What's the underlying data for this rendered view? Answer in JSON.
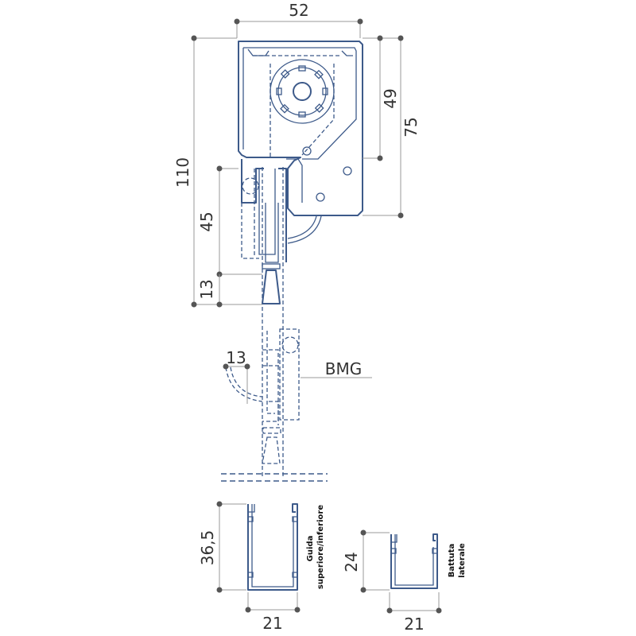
{
  "colors": {
    "profile": "#3d5a8a",
    "dimension_line": "#9a9a9a",
    "text": "#333333"
  },
  "dimensions": {
    "box_width": "52",
    "box_height_total": "110",
    "box_height_inner": "49",
    "box_height_outer": "75",
    "guide_height": "45",
    "bottom_offset": "13",
    "bmg_offset": "13",
    "guide_profile_height": "36,5",
    "guide_profile_width": "21",
    "side_profile_height": "24",
    "side_profile_width": "21"
  },
  "labels": {
    "bmg": "BMG",
    "guide_line1": "Guida",
    "guide_line2": "superiore/inferiore",
    "side_line1": "Battuta",
    "side_line2": "laterale"
  }
}
